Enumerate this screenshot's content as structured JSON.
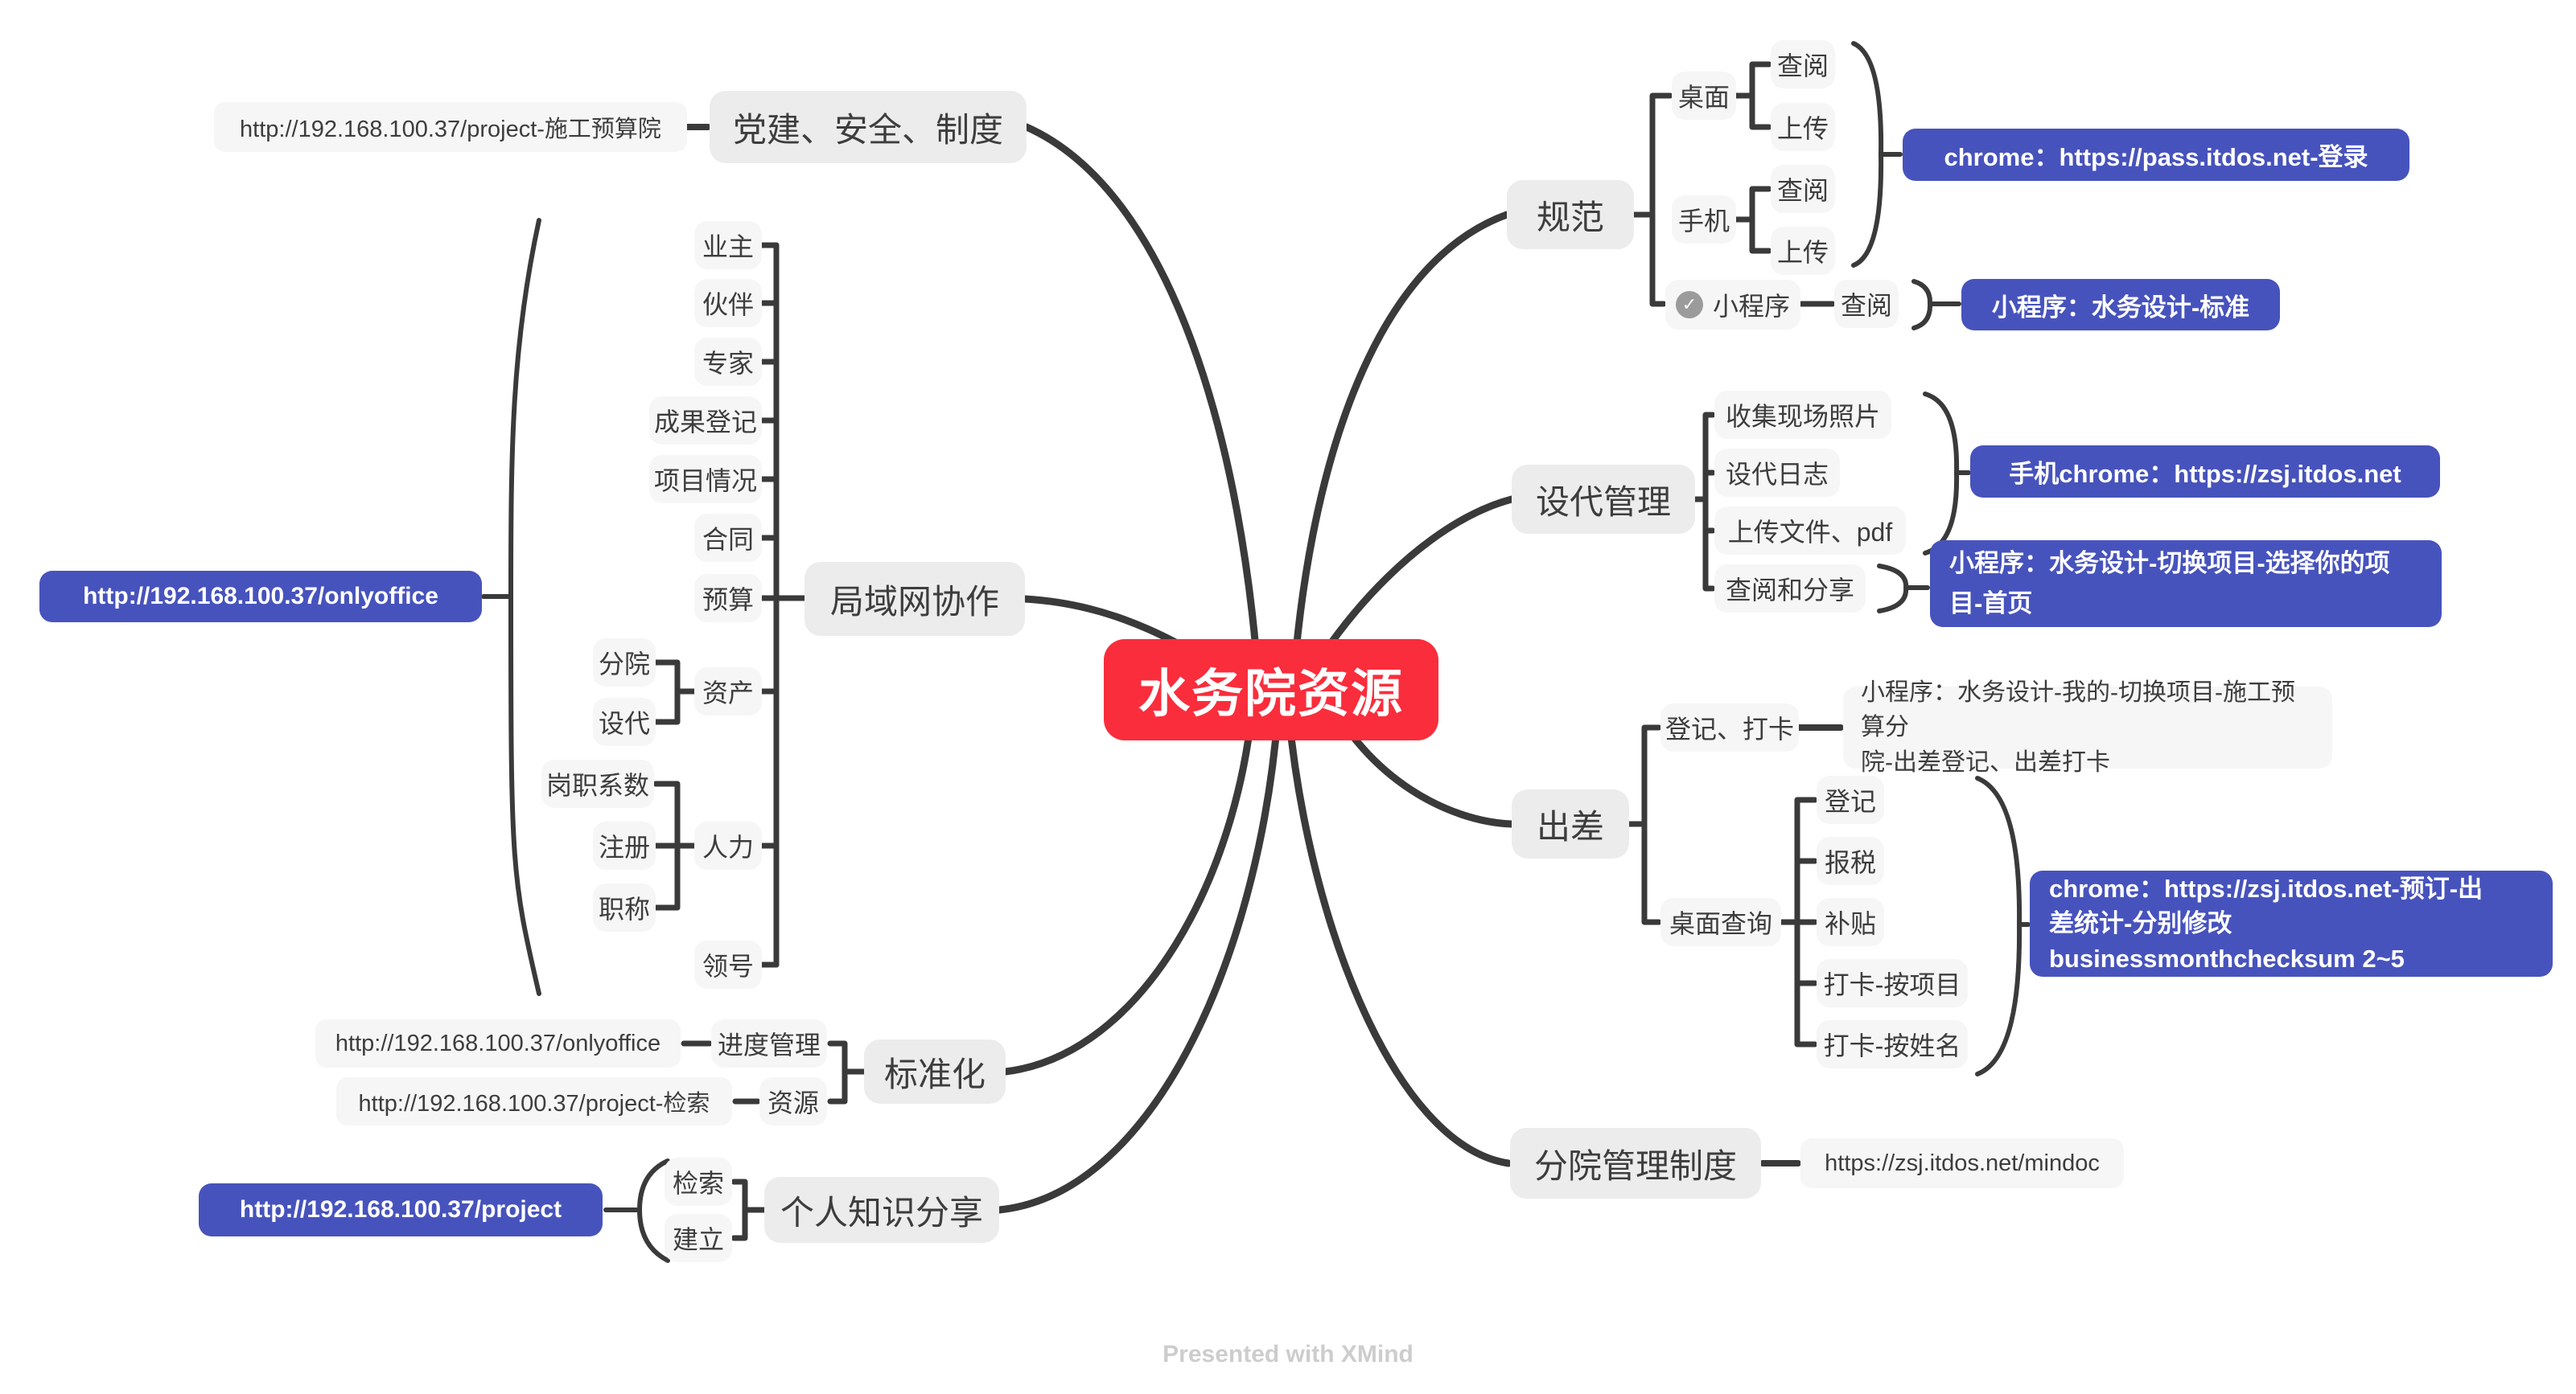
{
  "center": {
    "label": "水务院资源"
  },
  "party": {
    "label": "党建、安全、制度",
    "url": "http://192.168.100.37/project-施工预算院"
  },
  "lan": {
    "label": "局域网协作",
    "url": "http://192.168.100.37/onlyoffice",
    "items": [
      "业主",
      "伙伴",
      "专家",
      "成果登记",
      "项目情况",
      "合同",
      "预算",
      "资产",
      "人力",
      "领号"
    ],
    "asset_children": [
      "分院",
      "设代"
    ],
    "hr_children": [
      "岗职系数",
      "注册",
      "职称"
    ]
  },
  "standard": {
    "label": "标准化",
    "progress_label": "进度管理",
    "progress_url": "http://192.168.100.37/onlyoffice",
    "resource_label": "资源",
    "resource_url": "http://192.168.100.37/project-检索"
  },
  "knowledge": {
    "label": "个人知识分享",
    "url": "http://192.168.100.37/project",
    "items": [
      "检索",
      "建立"
    ]
  },
  "spec": {
    "label": "规范",
    "desktop_label": "桌面",
    "desktop_children": [
      "查阅",
      "上传"
    ],
    "mobile_label": "手机",
    "mobile_children": [
      "查阅",
      "上传"
    ],
    "chrome_note": "chrome：https://pass.itdos.net-登录",
    "miniapp_label": "小程序",
    "miniapp_check": "✓",
    "miniapp_child": "查阅",
    "miniapp_note": "小程序：水务设计-标准"
  },
  "shedai": {
    "label": "设代管理",
    "items": [
      "收集现场照片",
      "设代日志",
      "上传文件、pdf",
      "查阅和分享"
    ],
    "chrome_note": "手机chrome：https://zsj.itdos.net",
    "miniapp_note": "小程序：水务设计-切换项目-选择你的项\n目-首页"
  },
  "trip": {
    "label": "出差",
    "register_label": "登记、打卡",
    "register_note": "小程序：水务设计-我的-切换项目-施工预算分\n院-出差登记、出差打卡",
    "query_label": "桌面查询",
    "query_children": [
      "登记",
      "报税",
      "补贴",
      "打卡-按项目",
      "打卡-按姓名"
    ],
    "chrome_note": "chrome：https://zsj.itdos.net-预订-出\n差统计-分别修改\nbusinessmonthchecksum 2~5"
  },
  "rules": {
    "label": "分院管理制度",
    "url": "https://zsj.itdos.net/mindoc"
  },
  "footer": {
    "credit": "Presented with XMind"
  },
  "colors": {
    "central": "#FA2D3C",
    "accent_blue": "#4753BC",
    "topic_bg": "#ECECEC",
    "sub_bg": "#F6F6F6",
    "line": "#3A3A3A"
  }
}
